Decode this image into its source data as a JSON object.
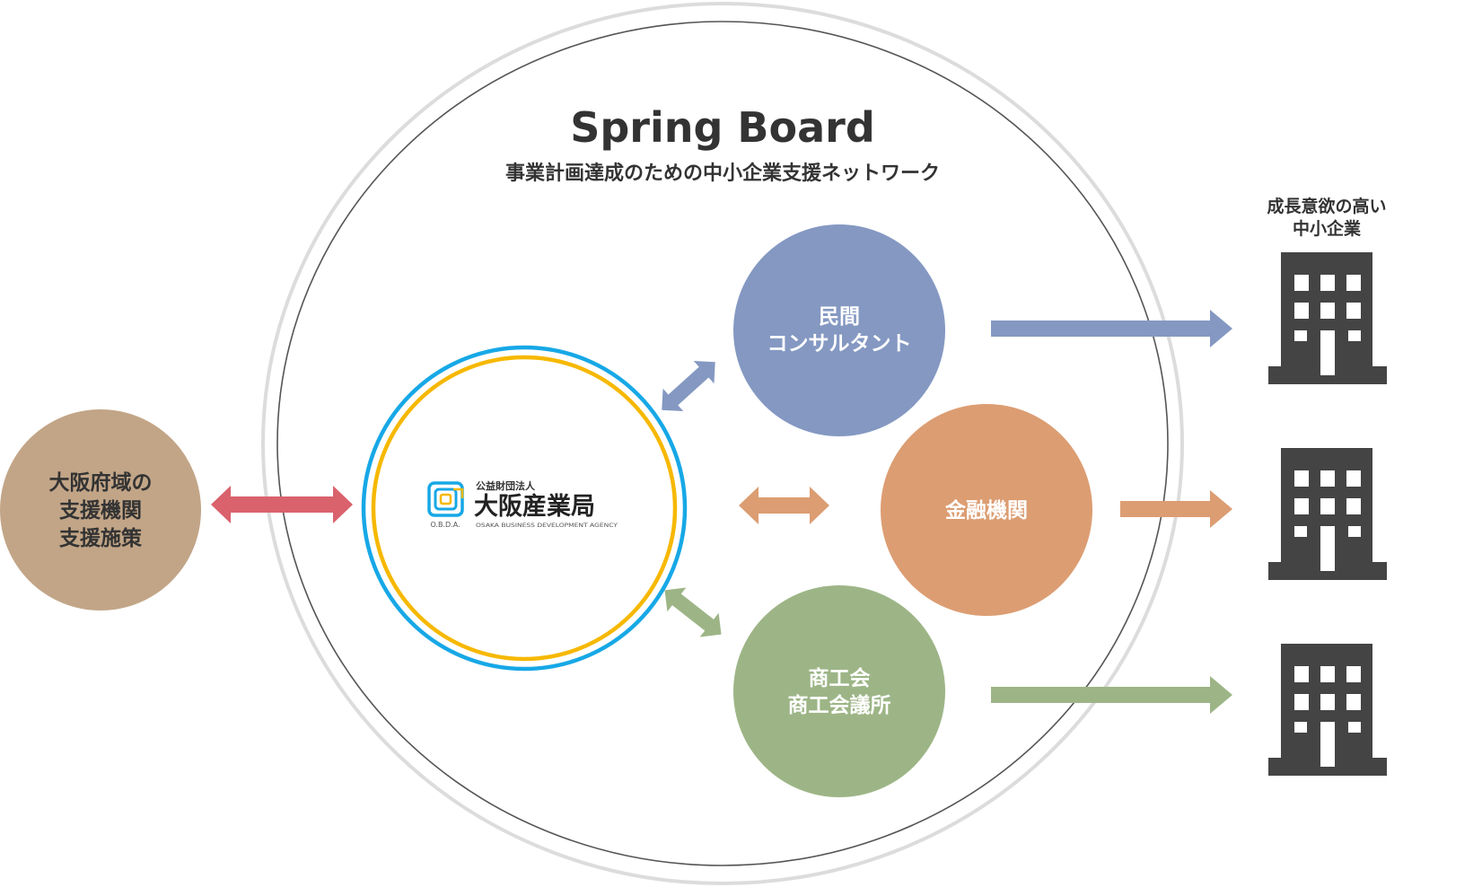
{
  "title": "Spring Board",
  "subtitle": "事業計画達成のための中小企業支援ネットワーク",
  "left_node": {
    "lines": [
      "大阪府域の",
      "支援機関",
      "支援施策"
    ]
  },
  "center_logo": {
    "org_type": "公益財団法人",
    "name": "大阪産業局",
    "abbr": "O.B.D.A.",
    "english": "OSAKA BUSINESS DEVELOPMENT AGENCY"
  },
  "partners": [
    {
      "id": "consultant",
      "lines": [
        "民間",
        "コンサルタント"
      ]
    },
    {
      "id": "finance",
      "lines": [
        "金融機関"
      ]
    },
    {
      "id": "commerce",
      "lines": [
        "商工会",
        "商工会議所"
      ]
    }
  ],
  "target": {
    "lines": [
      "成長意欲の高い",
      "中小企業"
    ],
    "icon": "building-icon"
  },
  "colors": {
    "left_node": "#c2a587",
    "consultant": "#8498c2",
    "finance": "#dc9d72",
    "commerce": "#9db586",
    "left_arrow": "#d9626d",
    "logo_outer": "#17a8e6",
    "logo_inner": "#f6b800",
    "building": "#444444",
    "title": "#333333"
  }
}
